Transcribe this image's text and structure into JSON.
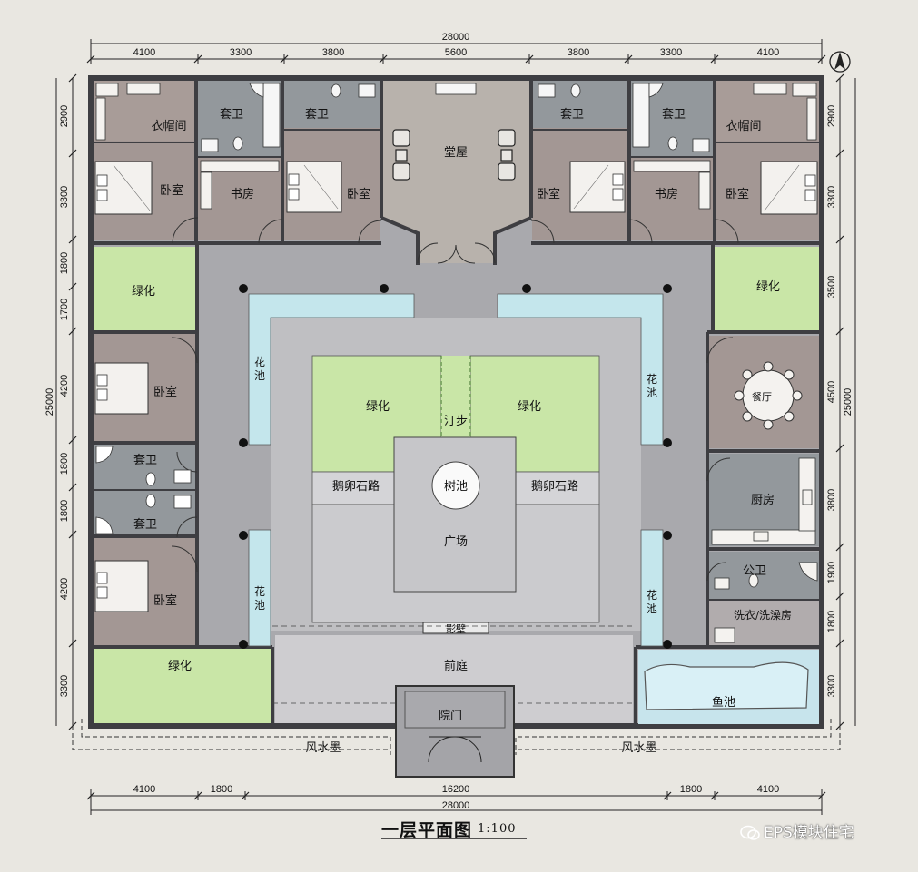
{
  "title": "一层平面图",
  "scale": "1:100",
  "watermark": "EPS模块住宅",
  "north_symbol": "north-arrow",
  "dims": {
    "top_row1": [
      "4100",
      "3300",
      "3800",
      "5600",
      "3800",
      "3300",
      "4100"
    ],
    "top_total": "28000",
    "left": [
      "2900",
      "3300",
      "1800",
      "1700",
      "4200",
      "1800",
      "1800",
      "4200",
      "3300"
    ],
    "left_total": "25000",
    "right": [
      "2900",
      "3300",
      "3500",
      "4500",
      "3800",
      "1900",
      "1800",
      "3300"
    ],
    "right_total": "25000",
    "bottom": [
      "4100",
      "1800",
      "16200",
      "1800",
      "4100"
    ],
    "bottom_total": "28000"
  },
  "rooms": {
    "cloakroom_l": "衣帽间",
    "bath_l1": "套卫",
    "bath_l2": "套卫",
    "bedroom_l1": "卧室",
    "study_l": "书房",
    "bedroom_l2": "卧室",
    "hall": "堂屋",
    "bath_r1": "套卫",
    "bath_r2": "套卫",
    "cloakroom_r": "衣帽间",
    "bedroom_r1": "卧室",
    "study_r": "书房",
    "bedroom_r2": "卧室",
    "green_l1": "绿化",
    "green_r1": "绿化",
    "bedroom_w1": "卧室",
    "bath_w1": "套卫",
    "bath_w2": "套卫",
    "bedroom_w2": "卧室",
    "dining": "餐厅",
    "kitchen": "厨房",
    "public_wc": "公卫",
    "laundry": "洗衣/洗澡房",
    "green_bl": "绿化",
    "fishpond": "鱼池",
    "planter_l1": "花池",
    "planter_l2": "花池",
    "planter_r1": "花池",
    "planter_r2": "花池",
    "green_c1": "绿化",
    "green_c2": "绿化",
    "stepping": "汀步",
    "pebble_l": "鹅卵石路",
    "pebble_r": "鹅卵石路",
    "tree_pond": "树池",
    "plaza": "广场",
    "screen_wall": "影壁",
    "front_yard": "前庭",
    "gate": "院门",
    "fengshui_l": "风水墨",
    "fengshui_r": "风水墨"
  },
  "colors": {
    "background": "#e9e7e1",
    "wall": "#3e3e42",
    "bedroom": "#a39794",
    "bath": "#93989c",
    "hall": "#b8b2ac",
    "courtyard": "#a9a9ad",
    "inner_court": "#bfbfc2",
    "plaza": "#cbcbce",
    "green": "#c9e6a7",
    "planter": "#c4e6ec",
    "fish": "#bfe2ec",
    "yard": "#cecdd0"
  }
}
